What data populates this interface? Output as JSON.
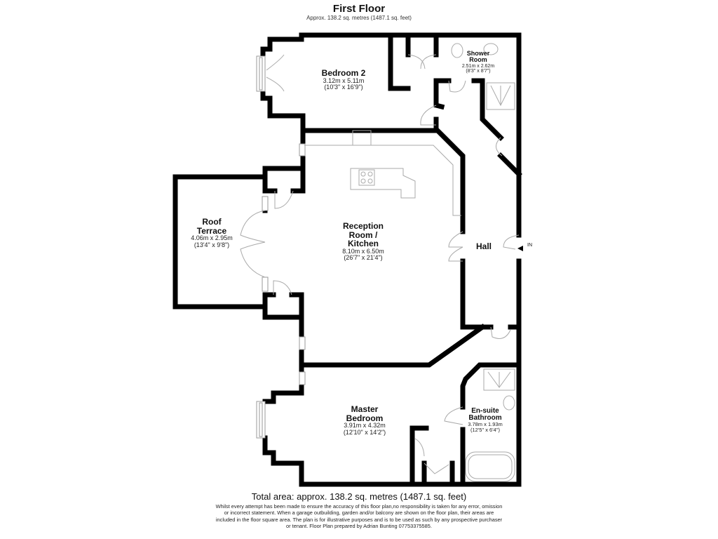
{
  "header": {
    "title": "First Floor",
    "subtitle": "Approx. 138.2 sq. metres (1487.1 sq. feet)"
  },
  "rooms": [
    {
      "name": "Bedroom 2",
      "metric": "3.12m x 5.11m",
      "imperial": "(10'3\" x 16'9\")"
    },
    {
      "name": "Shower Room",
      "name_line1": "Shower",
      "name_line2": "Room",
      "metric": "2.51m x 2.62m",
      "imperial": "(8'3\" x 8'7\")"
    },
    {
      "name": "Roof Terrace",
      "name_line1": "Roof",
      "name_line2": "Terrace",
      "metric": "4.06m x 2.95m",
      "imperial": "(13'4\" x 9'8\")"
    },
    {
      "name": "Reception Room / Kitchen",
      "name_line1": "Reception",
      "name_line2": "Room /",
      "name_line3": "Kitchen",
      "metric": "8.10m x 6.50m",
      "imperial": "(26'7\" x 21'4\")"
    },
    {
      "name": "Hall"
    },
    {
      "name": "Master Bedroom",
      "name_line1": "Master",
      "name_line2": "Bedroom",
      "metric": "3.91m x 4.32m",
      "imperial": "(12'10\" x 14'2\")"
    },
    {
      "name": "En-suite Bathroom",
      "name_line1": "En-suite",
      "name_line2": "Bathroom",
      "metric": "3.78m x 1.93m",
      "imperial": "(12'5\" x 6'4\")"
    }
  ],
  "entrance": {
    "label": "IN",
    "icon": "entrance-arrow-icon"
  },
  "footer": {
    "total_area": "Total area: approx. 138.2 sq. metres (1487.1 sq. feet)",
    "disclaimer": "Whilst every attempt has been made to ensure the accuracy of this floor plan,no responsibility is taken for any error, omission or incorrect statement. When a garage outbuilding, garden and/or balcony are shown on the floor plan, their areas are included in the floor square area. The plan is for illustrative purposes and is to be used as such by any prospective purchaser or tenant. Floor Plan prepared by Adrian Bunting 07753375585."
  },
  "colors": {
    "wall": "#000000",
    "fixture": "#9a9a9a",
    "background": "#ffffff"
  }
}
